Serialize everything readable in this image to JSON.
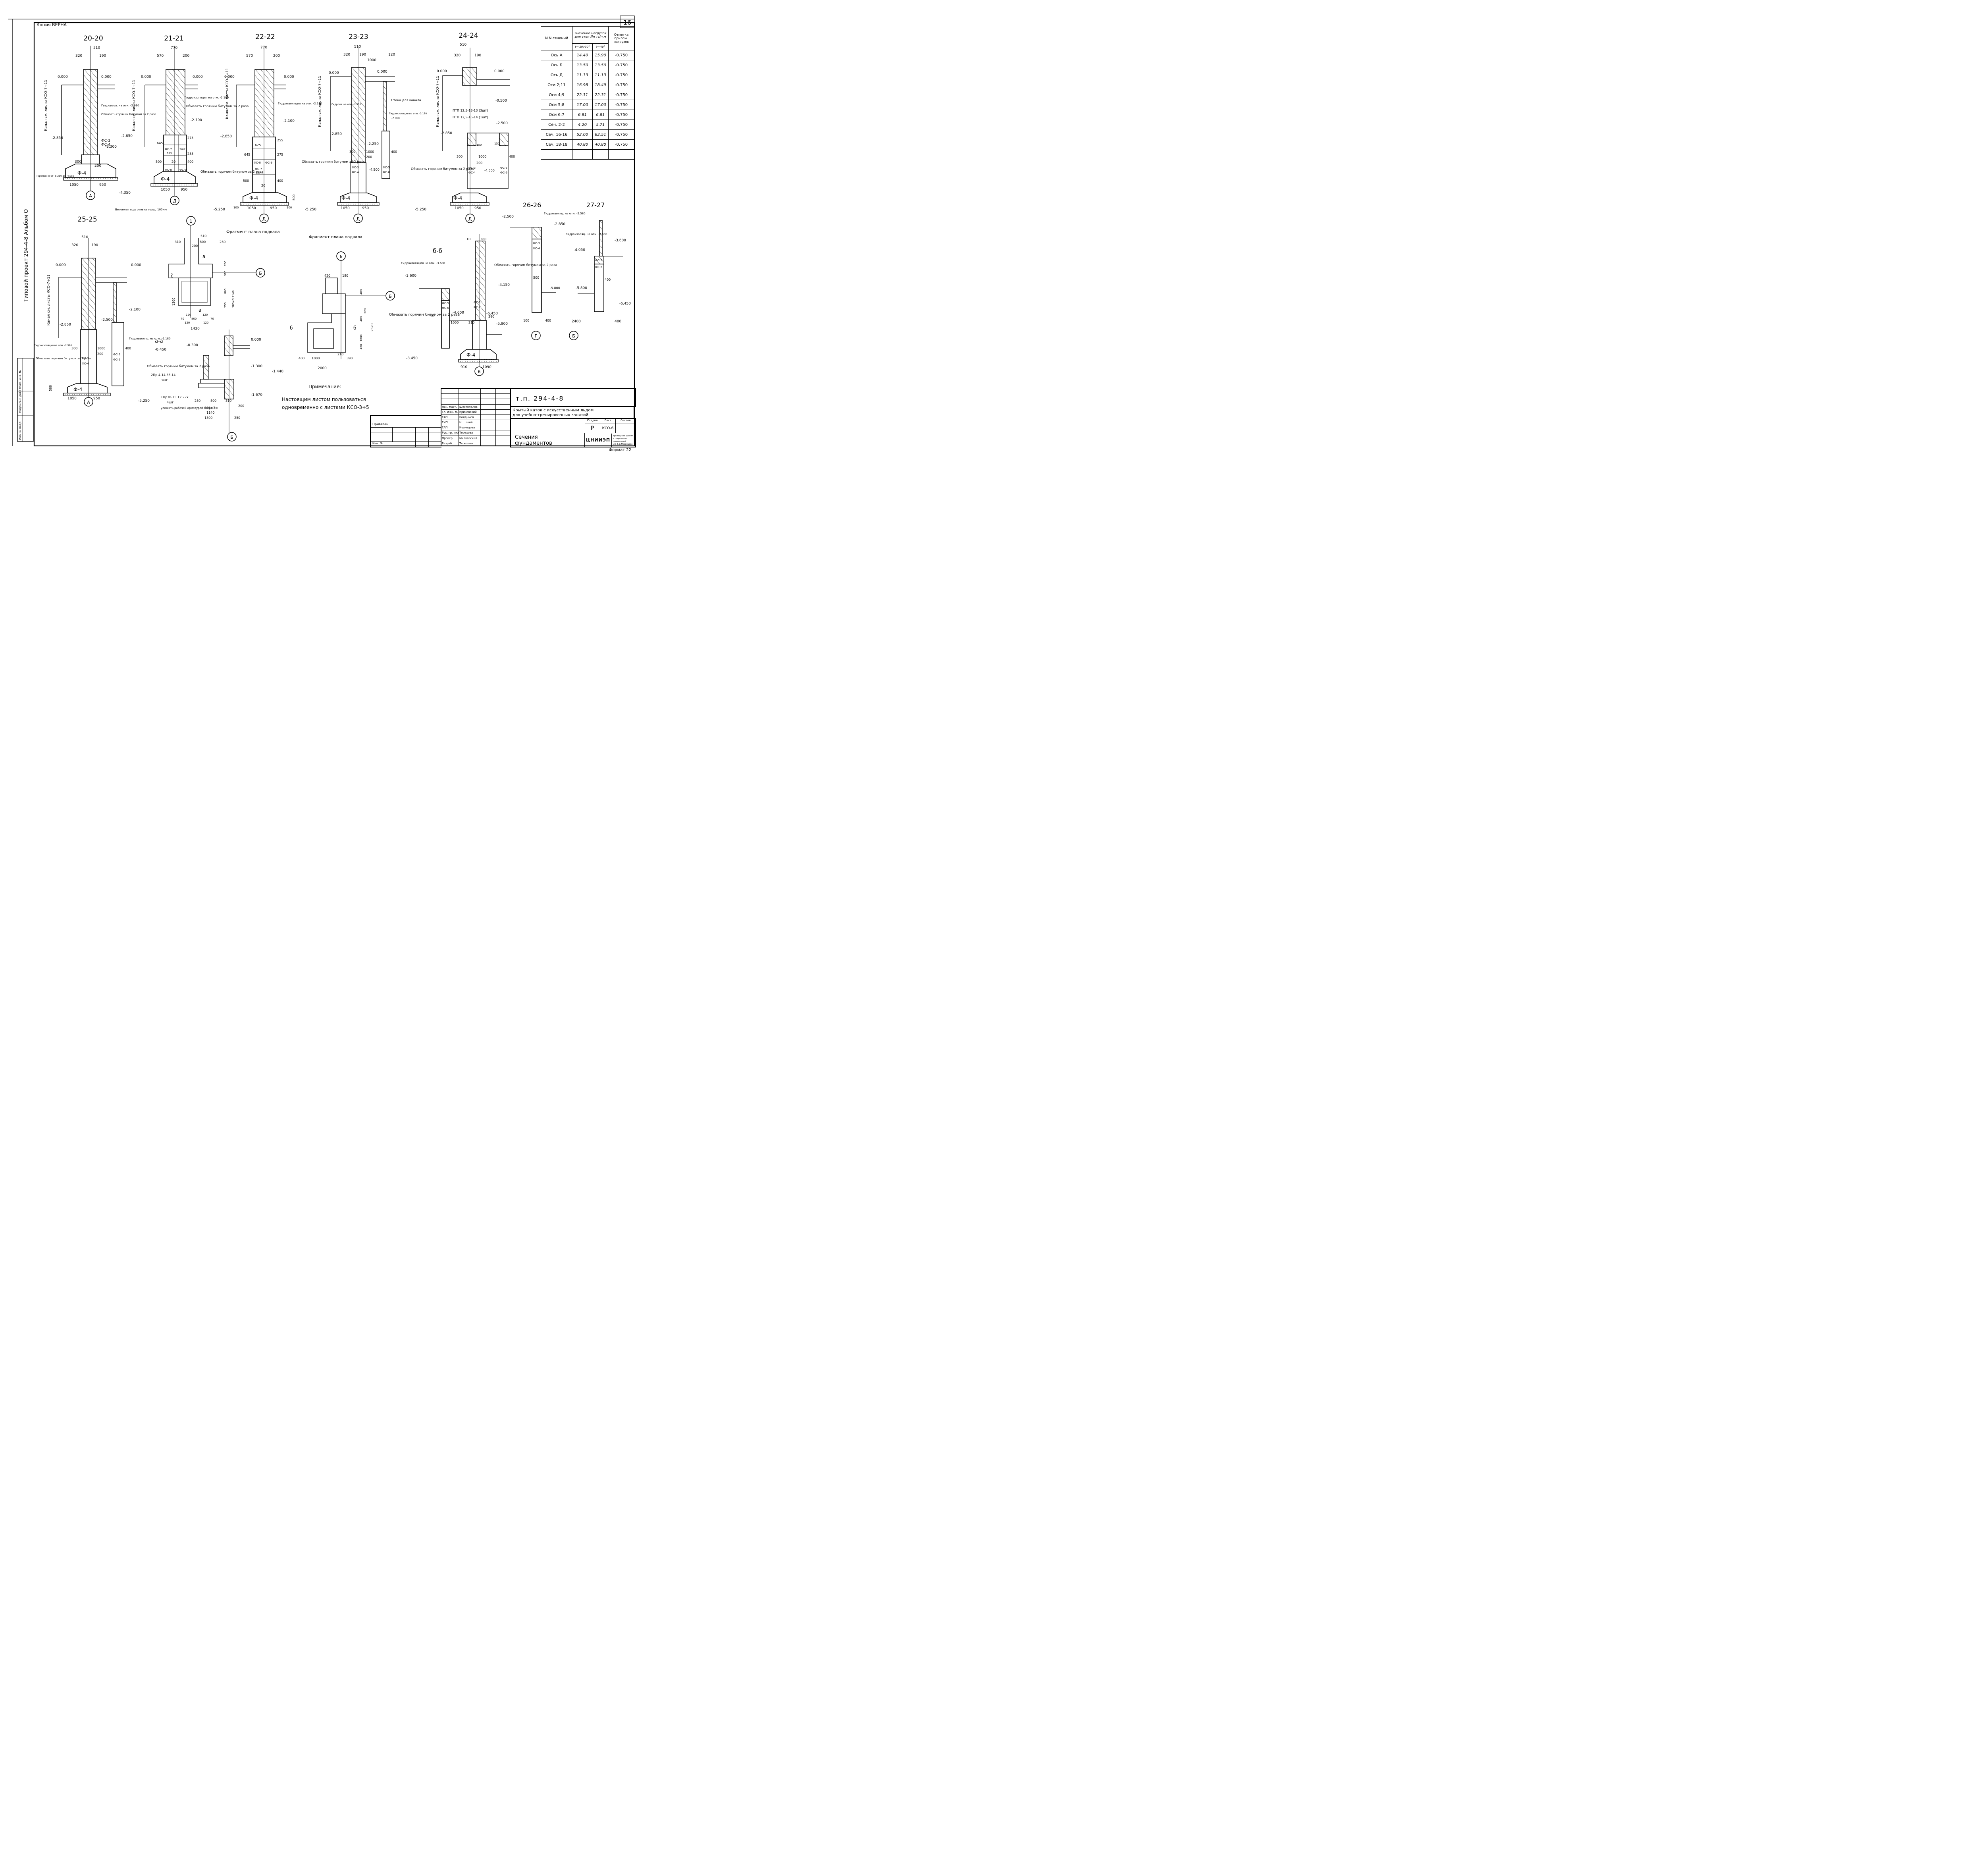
{
  "header": {
    "copy_note": "Копия ВЕРНА",
    "sheet_number": "16",
    "side_label": "Типовой проект 294-4-8 Альбом О"
  },
  "side_stamp": [
    "Инв. № подл.",
    "Подпись и дата",
    "Взам. инв. №"
  ],
  "sections": [
    {
      "id": "s20",
      "title": "20-20",
      "dims": [
        "510",
        "320",
        "190",
        "0.000",
        "0.000",
        "-2.850",
        "-3.300",
        "300",
        "200",
        "500",
        "1050",
        "950",
        "ФС-3",
        "ФС-4",
        "Ф-4"
      ],
      "notes": [
        "Гидроизол. на отм. -2.930",
        "Обмазать горячим битумом за 2 раза",
        "Канал см. листы КСО-7÷11",
        "Переменно от -5.250 до -4.050"
      ],
      "axis": "А"
    },
    {
      "id": "s21",
      "title": "21-21",
      "dims": [
        "770",
        "570",
        "200",
        "0.000",
        "0.000",
        "-2.100",
        "-2.850",
        "645",
        "275",
        "255",
        "500",
        "20",
        "400",
        "-4.350",
        "1050",
        "950",
        "ФС-7",
        "625",
        "2шт",
        "ФС-8",
        "ФС-9",
        "Ф-4"
      ],
      "notes": [
        "Гидроизоляция на отм. -2.180",
        "Обмазать горячим битумом за 2 раза",
        "Канал см. листы КСО-7÷11",
        "Бетонная подготовка толщ. 100мм"
      ],
      "axis": "Д"
    },
    {
      "id": "s22",
      "title": "22-22",
      "dims": [
        "770",
        "570",
        "200",
        "0.000",
        "0.000",
        "-2.100",
        "-2.850",
        "625",
        "645",
        "255",
        "275",
        "500",
        "20",
        "400",
        "-5.250",
        "100",
        "1050",
        "950",
        "100",
        "500",
        "ФС-8",
        "ФС-9",
        "ФС-7",
        "2шт.",
        "Ф-4"
      ],
      "notes": [
        "Гидроизоляция на отм. -2.180",
        "Обмазать горячим битумом за 2 раза",
        "Канал см. листы КСО-7÷11"
      ],
      "axis": "Д"
    },
    {
      "id": "s23",
      "title": "23-23",
      "dims": [
        "510",
        "320",
        "190",
        "1000",
        "120",
        "0.000",
        "0.000",
        "-2100",
        "-2.850",
        "-2.250",
        "300",
        "1000",
        "200",
        "400",
        "-4.500",
        "-5.250",
        "1050",
        "950",
        "ФС-3",
        "ФС-4",
        "ФС-5",
        "ФС-6",
        "Ф-4"
      ],
      "notes": [
        "Гидроиз. на отм. -2.930",
        "Стена для канала",
        "Гидроизоляция на отм. -2.180",
        "Обмазать горячим битумом за 2 раза",
        "Канал см. листы КСО-7÷11"
      ],
      "axis": "Д"
    },
    {
      "id": "s24",
      "title": "24-24",
      "dims": [
        "510",
        "320",
        "190",
        "0.000",
        "0.000",
        "-0.500",
        "-2.500",
        "-2.850",
        "150",
        "150",
        "300",
        "1000",
        "200",
        "400",
        "-4.500",
        "-5.250",
        "1050",
        "950",
        "ФС-3",
        "ФС-4",
        "ФС-5",
        "ФС-6",
        "Ф-4"
      ],
      "notes": [
        "ПТП 12,5-13-13 (3шт)",
        "ПТП 12,5-16-14 (1шт)",
        "Обмазать горячим битумом за 2 раза",
        "Канал см. листы КСО-7÷11"
      ],
      "axis": "Д"
    },
    {
      "id": "s25",
      "title": "25-25",
      "dims": [
        "510",
        "320",
        "190",
        "0.000",
        "0.000",
        "-2.100",
        "-2.500",
        "-2.850",
        "300",
        "1000",
        "200",
        "400",
        "500",
        "-5.250",
        "1050",
        "950",
        "ФС-3",
        "ФС-4",
        "ФС-5",
        "ФС-6",
        "Ф-4"
      ],
      "notes": [
        "Гидроизоляция на отм. -2.580",
        "Гидроизоляц. на отм. -2.180",
        "Обмазать горячим битумом за 2 раза",
        "Канал см. листы КСО-7÷11"
      ],
      "axis": "А"
    },
    {
      "id": "s26",
      "title": "26-26",
      "dims": [
        "-2.500",
        "-2.850",
        "500",
        "-4.150",
        "-5.800",
        "-6.450",
        "100",
        "400",
        "ФС-3",
        "ФС-4"
      ],
      "notes": [
        "Гидроизоляц. на отм. -2.580",
        "Обмазать горячим битумом за 2 раза"
      ],
      "axis": "Г"
    },
    {
      "id": "s27",
      "title": "27-27",
      "dims": [
        "-3.600",
        "-4.050",
        "400",
        "-5.800",
        "-6.450",
        "2400",
        "400",
        "ФС-5",
        "ФС-6"
      ],
      "notes": [
        "Гидроизоляц. на отм. -3.680"
      ],
      "axis": "Б"
    },
    {
      "id": "sbb",
      "title": "б-б",
      "dims": [
        "10",
        "380",
        "-3.600",
        "-4.600",
        "400",
        "1000",
        "210",
        "390",
        "-5.800",
        "-8.450",
        "910",
        "1090",
        "ФС-5",
        "ФС-6",
        "ФС-1",
        "ФС-2",
        "Ф-4"
      ],
      "notes": [
        "Гидроизоляция на отм. -3.680",
        "Обмазать горячим битумом за 2 раза"
      ],
      "axis": "6"
    }
  ],
  "plan1": {
    "title": "Фрагмент плана подвала",
    "dims": [
      "510",
      "310",
      "800",
      "250",
      "200",
      "250",
      "1300",
      "200",
      "310",
      "800",
      "250",
      "380×3 1140",
      "70",
      "120",
      "800",
      "120",
      "70",
      "120",
      "120",
      "1420"
    ],
    "axis_top": "1",
    "axis_side": "Б",
    "cut": "а"
  },
  "plan2": {
    "title": "Фрагмент плана подвала",
    "dims": [
      "420",
      "180",
      "400",
      "320",
      "400",
      "1000",
      "400",
      "2520",
      "400",
      "1000",
      "210",
      "390",
      "2000"
    ],
    "axis_top": "6",
    "axis_side": "Б",
    "cut": "б"
  },
  "section_aa": {
    "title": "а-а",
    "dims": [
      "-0.300",
      "-0.450",
      "0.000",
      "-1.300",
      "-1.440",
      "-1.670",
      "250",
      "800",
      "310",
      "200",
      "380×3=",
      "1140",
      "1300",
      "250"
    ],
    "notes": [
      "Обмазать горячим битумом за 2 раза",
      "2Пр 4-14.38.14",
      "3шт.",
      "1Пр38-15.12.22У",
      "4шт.",
      "уложить рабочей арматурой вверх"
    ],
    "axis": "Б"
  },
  "load_table": {
    "headers": {
      "col1": "N N сечений",
      "col2": "Значение нагрузок для стен Nн тс/п.м",
      "col2a": "t=-20;-30°",
      "col2b": "t=-40°",
      "col3": "Отметка прилож. нагрузок"
    },
    "rows": [
      [
        "Ось А",
        "14.40",
        "15.90",
        "-0.750"
      ],
      [
        "Ось Б",
        "13.50",
        "13.50",
        "-0.750"
      ],
      [
        "Ось Д",
        "11.13",
        "11.13",
        "-0.750"
      ],
      [
        "Оси 2;11",
        "16.98",
        "18.49",
        "-0.750"
      ],
      [
        "Оси 4;9",
        "22.31",
        "22.31",
        "-0.750"
      ],
      [
        "Оси 5;8",
        "17.00",
        "17.00",
        "-0.750"
      ],
      [
        "Оси 6;7",
        "6.81",
        "6.81",
        "-0.750"
      ],
      [
        "Сеч. 2-2",
        "4.20",
        "5.71",
        "-0.750"
      ],
      [
        "Сеч. 16-16",
        "52.00",
        "62.51",
        "-0.750"
      ],
      [
        "Сеч. 18-18",
        "40.80",
        "40.80",
        "-0.750"
      ],
      [
        "",
        "",
        "",
        ""
      ]
    ]
  },
  "note": {
    "heading": "Примечание:",
    "line1": "Настоящим листом пользоваться",
    "line2": "одновременно с листами КСО-3÷5"
  },
  "title_block": {
    "project_code": "т.п. 294-4-8",
    "object_line1": "Крытый каток с искусственным льдом",
    "object_line2": "для учебно-тренировочных занятий",
    "drawing_line1": "Сечения",
    "drawing_line2": "фундаментов",
    "stage_label": "Стадия",
    "sheet_label": "Лист",
    "sheets_label": "Листов",
    "stage": "Р",
    "sheet": "КСО-6",
    "sheets": "",
    "org_logo": "ЦНИИЭП",
    "org_text": [
      "зрелищных зданий",
      "и спортивных",
      "сооружений",
      "им. Б.С.Мезенцева"
    ],
    "signers": [
      [
        "Нач. маст.",
        "Шестопалов"
      ],
      [
        "Гл. инж. м.",
        "Кричевский"
      ],
      [
        "ГАП",
        "Болдычев"
      ],
      [
        "ГИП",
        "Н. ...ский"
      ],
      [
        "ГАП",
        "Кузнецова"
      ],
      [
        "Рук. гр. инж.",
        "Терехова"
      ],
      [
        "Провер.",
        "Милковский"
      ],
      [
        "Разраб.",
        "Терехова"
      ]
    ],
    "bound_label": "Привязан",
    "inv_label": "Инв. №",
    "format": "Формат 22"
  }
}
